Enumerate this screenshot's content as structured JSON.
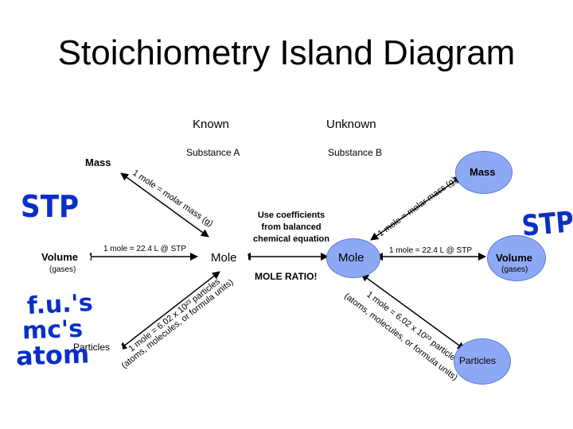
{
  "title": "Stoichiometry Island Diagram",
  "headers": {
    "known": "Known",
    "unknown": "Unknown",
    "substance_a": "Substance A",
    "substance_b": "Substance B"
  },
  "nodes": {
    "mass_left": "Mass",
    "mass_right": "Mass",
    "volume_left": "Volume",
    "volume_right": "Volume",
    "gases_left": "(gases)",
    "gases_right": "(gases)",
    "mole_left": "Mole",
    "mole_right": "Mole",
    "particles_left": "Particles",
    "particles_right": "Particles"
  },
  "edges": {
    "mass_mole_left": "1 mole = molar mass (g)",
    "mass_mole_right": "1 mole = molar mass (g)",
    "volume_left": "1 mole = 22.4 L @ STP",
    "volume_right": "1 mole = 22.4 L @ STP",
    "particles_left_1": "1 mole = 6.02 x 10²³ particles",
    "particles_left_2": "(atoms, molecules, or formula units)",
    "particles_right_1": "1 mole = 6.02 x 10²³ particles",
    "particles_right_2": "(atoms, molecules, or formula units)"
  },
  "center": {
    "coefficients": [
      "Use coefficients",
      "from balanced",
      "chemical equation"
    ],
    "ratio": "MOLE RATIO!"
  },
  "handwritten": {
    "stp_left": "STP",
    "stp_right": "STP",
    "fu": "f.u.'s",
    "mc": "mc's",
    "atom": "atom"
  }
}
